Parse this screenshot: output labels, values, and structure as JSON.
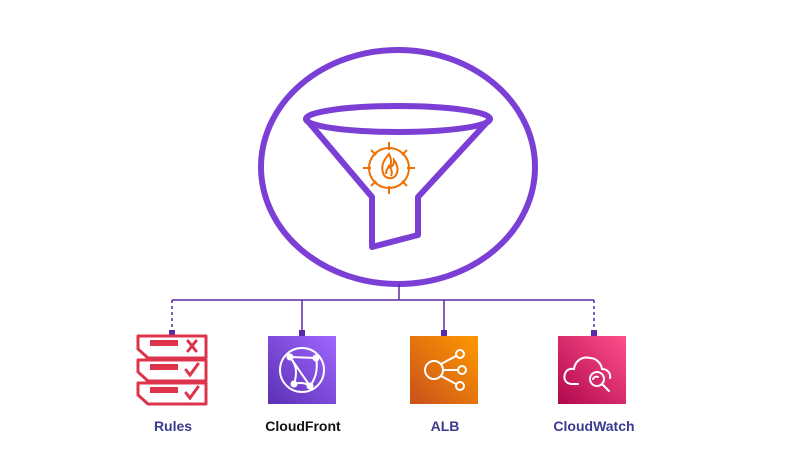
{
  "services": [
    {
      "label": "Rules",
      "icon": "rules-checklist-icon",
      "color": "#dd344c",
      "label_color": "#3b3b8f"
    },
    {
      "label": "CloudFront",
      "icon": "cloudfront-globe-icon",
      "color": "#8c4fff",
      "label_color": "#111111"
    },
    {
      "label": "ALB",
      "icon": "load-balancer-icon",
      "color": "#ed7100",
      "label_color": "#3b3b8f"
    },
    {
      "label": "CloudWatch",
      "icon": "cloudwatch-search-icon",
      "color": "#e7157b",
      "label_color": "#3b3b8f"
    }
  ],
  "center": {
    "icon": "waf-funnel-fire-icon",
    "stroke_color": "#7b3fd6",
    "fire_color": "#ed7100"
  },
  "connector_color": "#5a2aa8"
}
